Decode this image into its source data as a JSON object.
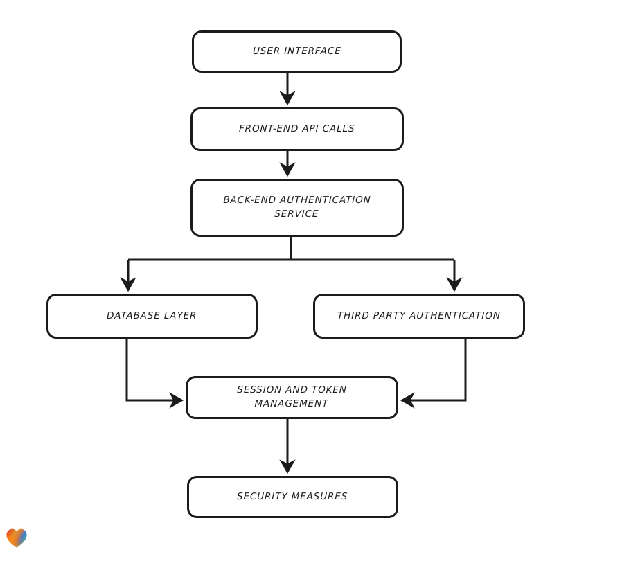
{
  "diagram": {
    "type": "flowchart",
    "orientation": "top-to-bottom",
    "style": "hand-drawn",
    "background_color": "#ffffff",
    "stroke_color": "#1b1b1b",
    "text_color": "#1c1c1c",
    "nodes": [
      {
        "id": "user-interface",
        "label": "User Interface",
        "shape": "rounded-rectangle"
      },
      {
        "id": "frontend-api",
        "label": "Front-End API Calls",
        "shape": "rounded-rectangle"
      },
      {
        "id": "backend-auth",
        "label": "Back-End Authentication\nService",
        "shape": "rounded-rectangle"
      },
      {
        "id": "database-layer",
        "label": "Database Layer",
        "shape": "rounded-rectangle"
      },
      {
        "id": "third-party-auth",
        "label": "Third Party Authentication",
        "shape": "rounded-rectangle"
      },
      {
        "id": "session-token",
        "label": "Session and Token\nManagement",
        "shape": "rounded-rectangle"
      },
      {
        "id": "security-measures",
        "label": "Security Measures",
        "shape": "rounded-rectangle"
      }
    ],
    "edges": [
      {
        "from": "user-interface",
        "to": "frontend-api",
        "kind": "arrow",
        "direction": "down"
      },
      {
        "from": "frontend-api",
        "to": "backend-auth",
        "kind": "arrow",
        "direction": "down"
      },
      {
        "from": "backend-auth",
        "to": "database-layer",
        "kind": "arrow",
        "direction": "split-down-left"
      },
      {
        "from": "backend-auth",
        "to": "third-party-auth",
        "kind": "arrow",
        "direction": "split-down-right"
      },
      {
        "from": "database-layer",
        "to": "session-token",
        "kind": "arrow",
        "direction": "elbow-right"
      },
      {
        "from": "third-party-auth",
        "to": "session-token",
        "kind": "arrow",
        "direction": "elbow-left"
      },
      {
        "from": "session-token",
        "to": "security-measures",
        "kind": "arrow",
        "direction": "down"
      }
    ]
  },
  "watermark": {
    "icon": "heart-icon",
    "gradient_colors": [
      "#e8222a",
      "#f07c12",
      "#f5a623",
      "#2f7fd8",
      "#1fb6c4"
    ]
  }
}
